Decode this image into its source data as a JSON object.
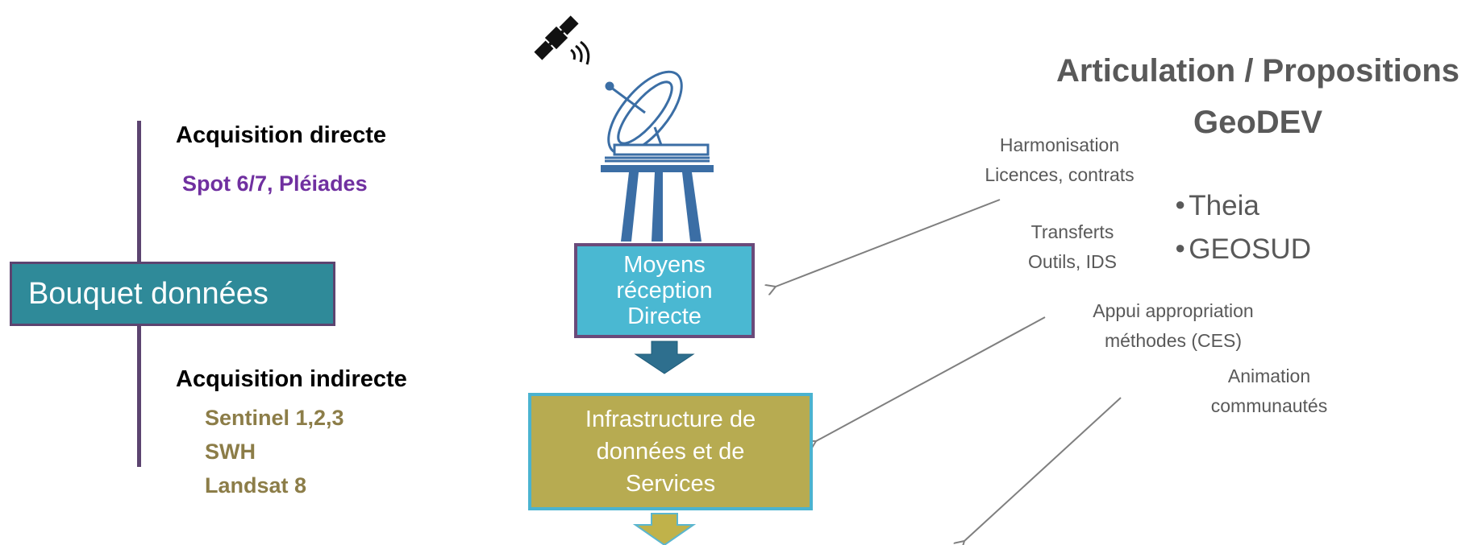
{
  "left": {
    "direct_heading": "Acquisition directe",
    "direct_items": "Spot 6/7, Pléiades",
    "bouquet_label": "Bouquet données",
    "indirect_heading": "Acquisition indirecte",
    "indirect_items": [
      "Sentinel 1,2,3",
      "SWH",
      "Landsat 8"
    ]
  },
  "center": {
    "reception_lines": [
      "Moyens",
      "réception",
      "Directe"
    ],
    "infrastructure_lines": [
      "Infrastructure de",
      "données et de",
      "Services"
    ],
    "icons": [
      "satellite-icon",
      "antenna-dish-icon"
    ]
  },
  "right": {
    "title_lines": [
      "Articulation / Propositions",
      "GeoDEV"
    ],
    "bullets": [
      "Theia",
      "GEOSUD"
    ],
    "notes": {
      "harmonisation": [
        "Harmonisation",
        "Licences, contrats"
      ],
      "transferts": [
        "Transferts",
        "Outils, IDS"
      ],
      "appui": [
        "Appui appropriation",
        "méthodes (CES)"
      ],
      "animation": [
        "Animation",
        "communautés"
      ]
    }
  },
  "colors": {
    "teal_box": "#2f8a99",
    "cyan_box": "#4ab8d2",
    "olive_box": "#b7ab51",
    "purple_text": "#7030a0",
    "olive_text": "#8c7d48",
    "dark_blue_arrow": "#2e6f8e",
    "antenna_blue": "#3b6ea5"
  }
}
